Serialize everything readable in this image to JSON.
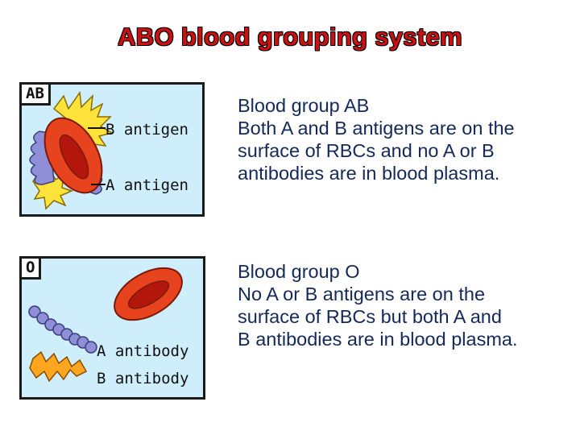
{
  "title": "ABO blood grouping system",
  "panels": {
    "ab": {
      "badge": "AB",
      "label_b_antigen": "B antigen",
      "label_a_antigen": "A antigen"
    },
    "o": {
      "badge": "O",
      "label_a_antibody": "A antibody",
      "label_b_antibody": "B antibody"
    }
  },
  "descriptions": {
    "ab": {
      "heading": "Blood group AB",
      "line1": "Both A and B antigens are on the",
      "line2": "surface of RBCs and no A or B",
      "line3": "antibodies are in blood plasma."
    },
    "o": {
      "heading": "Blood group O",
      "line1": "No A or B antigens are on the",
      "line2": "surface of RBCs but both A and",
      "line3": "B antibodies are in blood plasma."
    }
  },
  "colors": {
    "title": "#cc1111",
    "panel_bg": "#cfeefb",
    "rbc": "#e8431f",
    "rbc_center": "#b3170c",
    "b_antigen": "#ffe23a",
    "a_antigen": "#8f8fd8",
    "description_text": "#14295a"
  },
  "icons": [
    "red-blood-cell-icon",
    "b-antigen-icon",
    "a-antigen-icon",
    "a-antibody-icon",
    "b-antibody-icon"
  ]
}
